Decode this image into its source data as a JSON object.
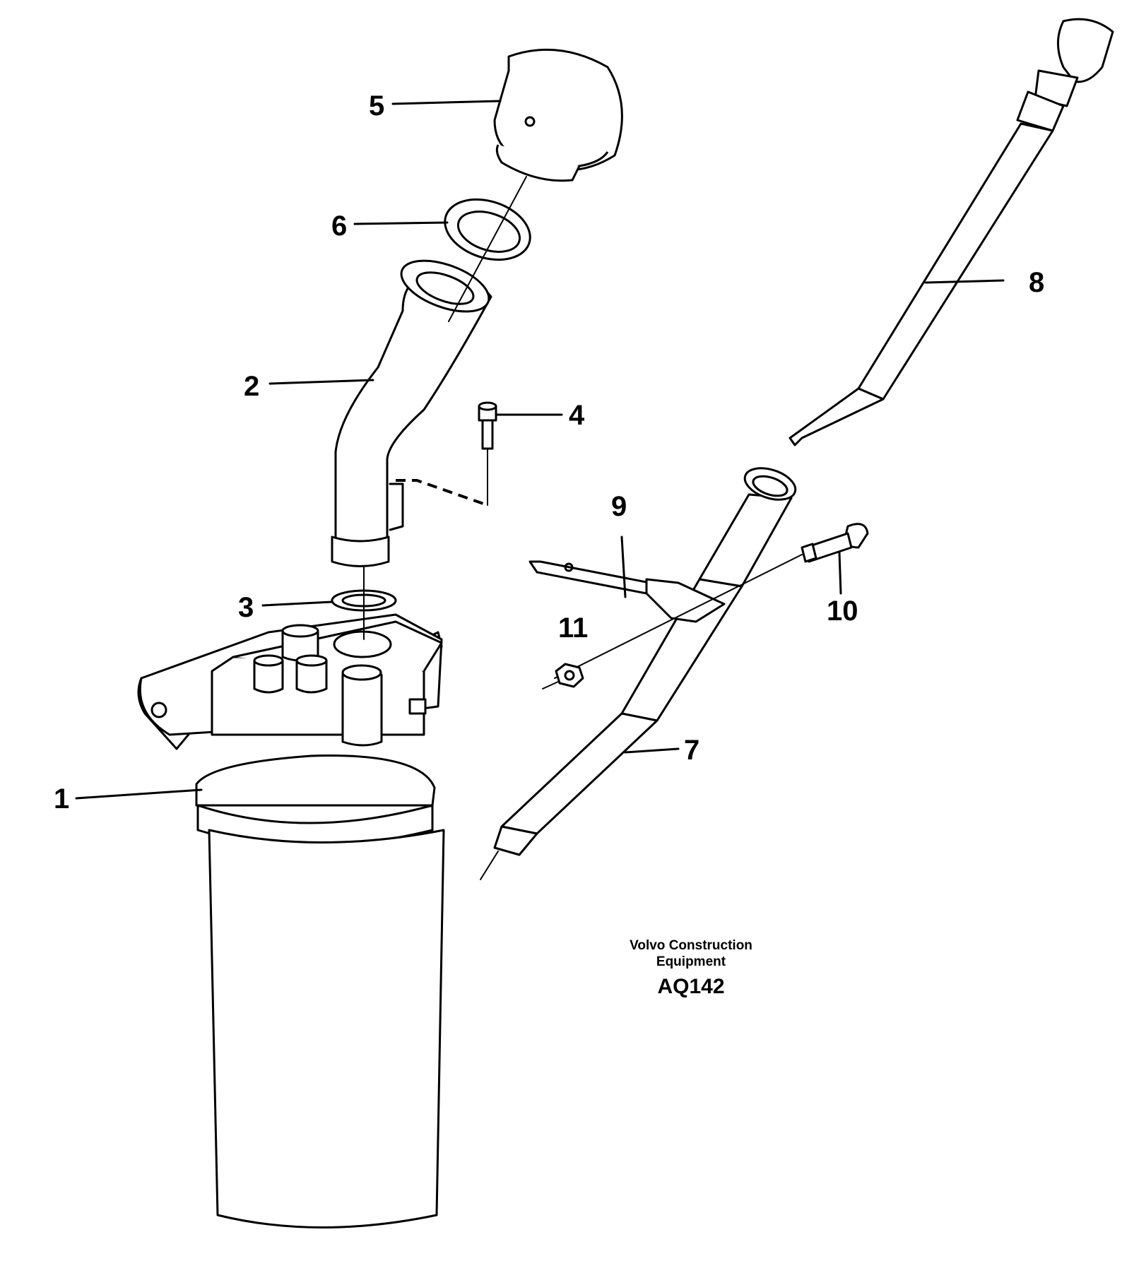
{
  "diagram": {
    "callouts": [
      "1",
      "2",
      "3",
      "4",
      "5",
      "6",
      "7",
      "8",
      "9",
      "10",
      "11"
    ],
    "brand_line1": "Volvo Construction",
    "brand_line2": "Equipment",
    "code": "AQ142"
  }
}
